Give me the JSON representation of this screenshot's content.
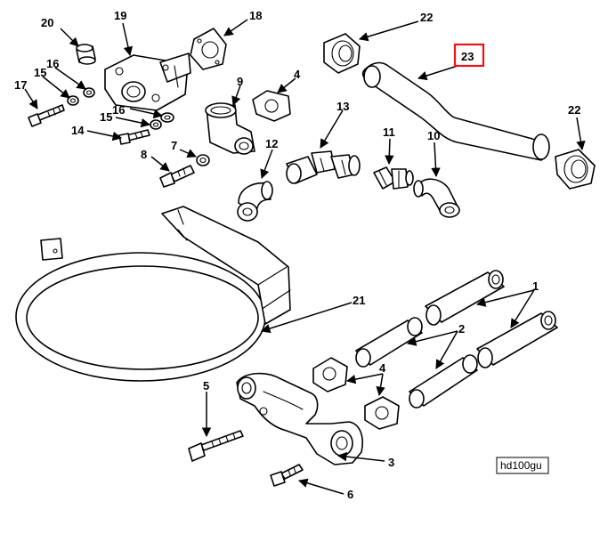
{
  "callouts": {
    "c20": "20",
    "c19": "19",
    "c18": "18",
    "c16a": "16",
    "c15a": "15",
    "c17": "17",
    "c4a": "4",
    "c9": "9",
    "c16b": "16",
    "c15b": "15",
    "c14": "14",
    "c13": "13",
    "c11": "11",
    "c10": "10",
    "c12": "12",
    "c7": "7",
    "c8": "8",
    "c22a": "22",
    "c23": "23",
    "c22b": "22",
    "c21": "21",
    "c1": "1",
    "c2": "2",
    "c4b": "4",
    "c5": "5",
    "c3": "3",
    "c6": "6"
  },
  "drawing_code": "hd100gu",
  "highlight_color": "#e8141b"
}
